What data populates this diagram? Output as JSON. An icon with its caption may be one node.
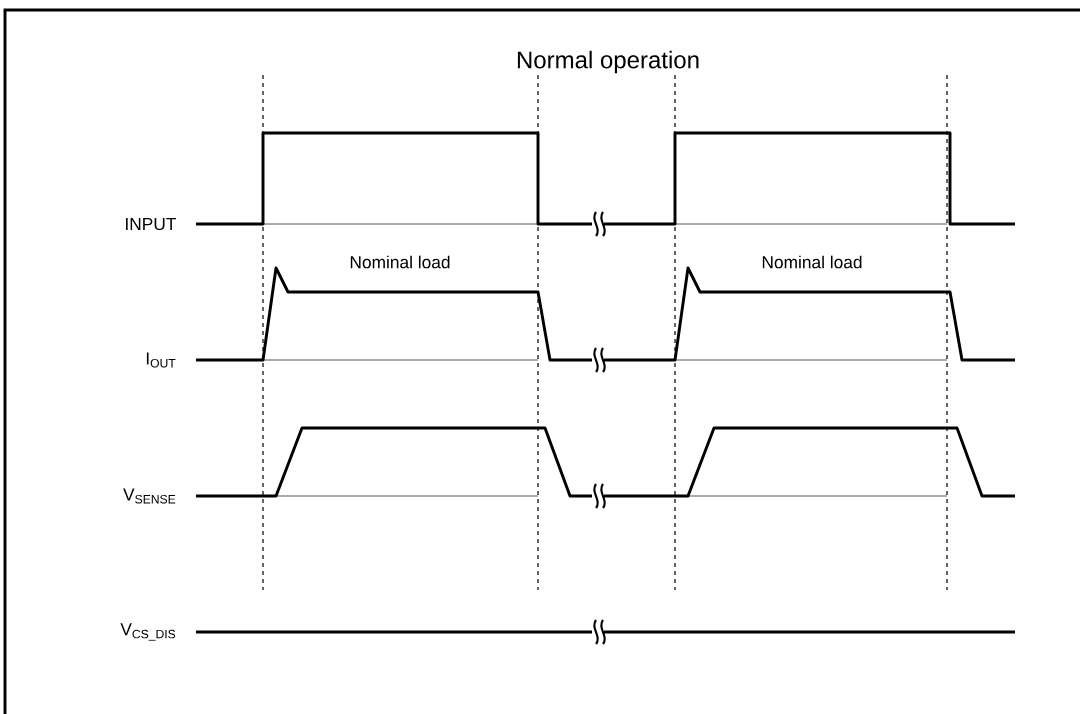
{
  "diagram": {
    "title": "Normal operation",
    "labels": [
      "INPUT",
      "Nominal load",
      "Nominal load",
      "I$_{OUT}$",
      "V$_{SENSE}$",
      "V$_{CS_DIS}$"
    ]
  }
}
